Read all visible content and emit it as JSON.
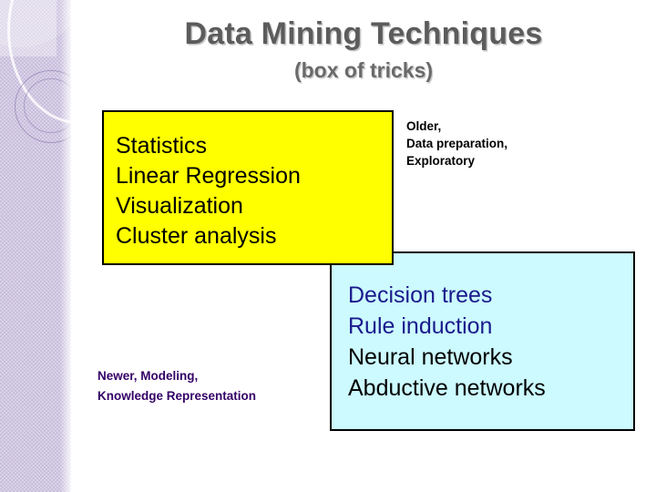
{
  "slide": {
    "title": "Data Mining Techniques",
    "subtitle": "(box of tricks)",
    "background_color": "#ffffff",
    "sidebar_color": "#c8bedd"
  },
  "yellow_box": {
    "fill_color": "#ffff00",
    "border_color": "#000000",
    "items": [
      "Statistics",
      "Linear Regression",
      "Visualization",
      "Cluster analysis"
    ]
  },
  "cyan_box": {
    "fill_color": "#ccfaff",
    "border_color": "#000000",
    "items": [
      {
        "label": "Decision trees",
        "color": "#1a1a8c"
      },
      {
        "label": "Rule induction",
        "color": "#1a1a8c"
      },
      {
        "label": "Neural networks",
        "color": "#000000"
      },
      {
        "label": "Abductive networks",
        "color": "#000000"
      }
    ]
  },
  "older_note": {
    "color": "#000000",
    "lines": [
      "Older,",
      "Data preparation,",
      "Exploratory"
    ]
  },
  "newer_note": {
    "color": "#330066",
    "lines": [
      "Newer, Modeling,",
      "Knowledge Representation"
    ]
  }
}
